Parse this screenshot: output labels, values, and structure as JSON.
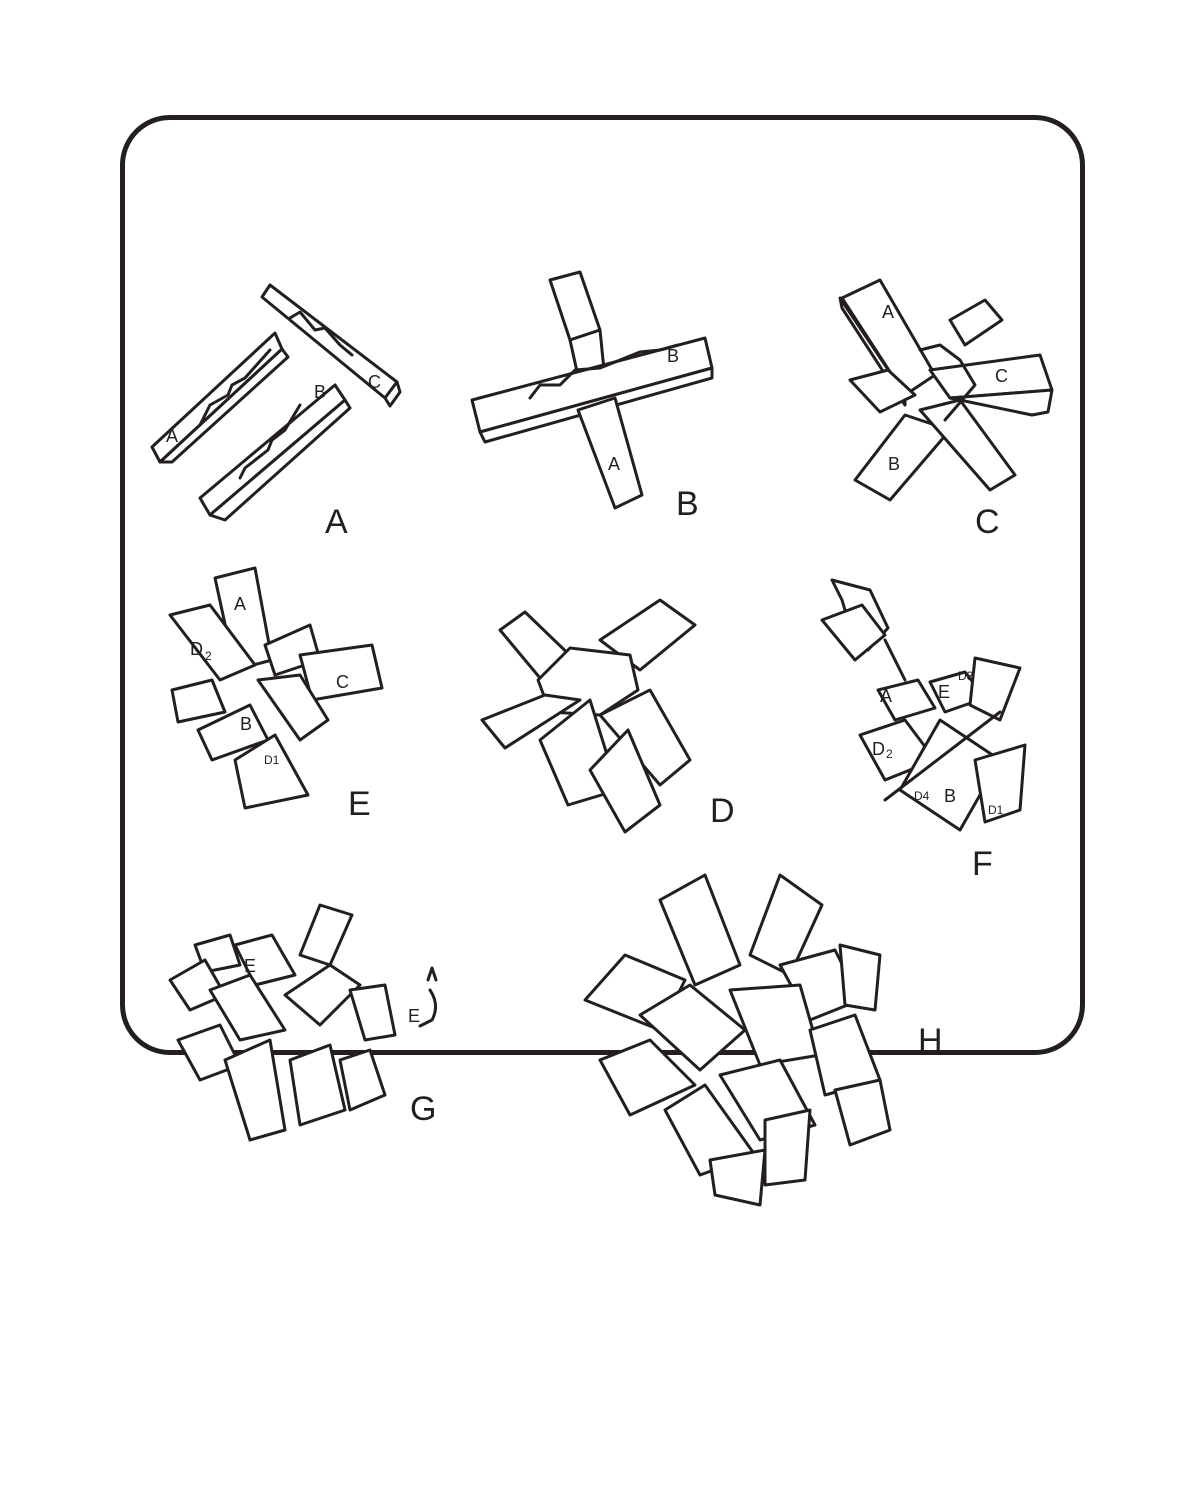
{
  "steps": {
    "a": "A",
    "b": "B",
    "c": "C",
    "d": "D",
    "e": "E",
    "f": "F",
    "g": "G",
    "h": "H"
  },
  "parts": {
    "stepA": [
      "A",
      "B",
      "C"
    ],
    "stepB": [
      "B",
      "A"
    ],
    "stepC": [
      "A",
      "C",
      "B"
    ],
    "stepE": [
      "A",
      "D",
      "2",
      "C",
      "B",
      "D1"
    ],
    "stepF": [
      "A",
      "E",
      "D3",
      "D",
      "2",
      "D4",
      "B",
      "D1"
    ],
    "stepG": [
      "E",
      "E"
    ]
  },
  "colors": {
    "line": "#231f20",
    "fill": "#ffffff"
  }
}
